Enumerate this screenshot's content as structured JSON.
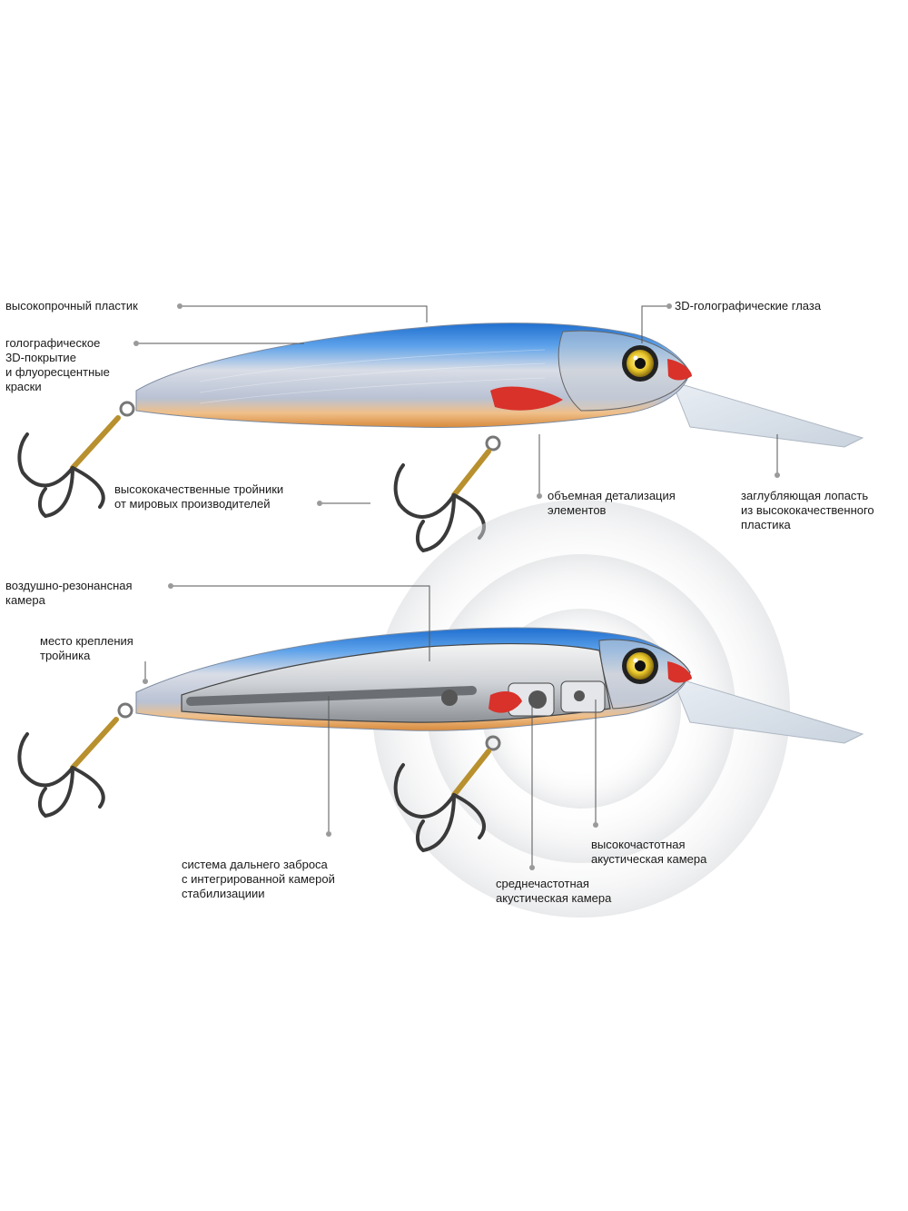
{
  "labels": {
    "plastic": "высокопрочный пластик",
    "coating": "голографическое\n3D-покрытие\nи флуоресцентные\nкраски",
    "eyes": "3D-голографические глаза",
    "hooks": "высококачественные тройники\nот мировых производителей",
    "detail": "объемная детализация\nэлементов",
    "lip": "заглубляющая лопасть\nиз высококачественного\nпластика",
    "air_chamber": "воздушно-резонансная\nкамера",
    "hook_mount": "место крепления\nтройника",
    "long_cast": "система дальнего заброса\nс интегрированной камерой\nстабилизациии",
    "high_freq": "высокочастотная\nакустическая камера",
    "mid_freq": "среднечастотная\nакустическая камера"
  },
  "colors": {
    "back_blue": "#2f7fd8",
    "belly_orange": "#e9a45c",
    "gill_red": "#d8322a",
    "eye_yellow": "#e8c62a",
    "hook_gold": "#b8902e",
    "hook_steel": "#3a3a3a"
  }
}
